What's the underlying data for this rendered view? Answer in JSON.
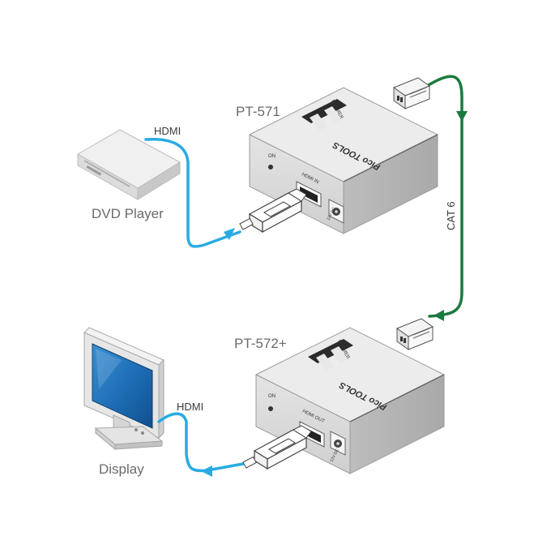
{
  "devices": {
    "transmitter": {
      "model": "PT-571",
      "brand": "KRAMER",
      "series": "Pico TOOLS",
      "led_label": "ON",
      "port_label": "HDMI IN",
      "power_label": "12V DC"
    },
    "receiver": {
      "model": "PT-572+",
      "brand": "KRAMER",
      "series": "Pico TOOLS",
      "led_label": "ON",
      "port_label": "HDMI OUT",
      "power_label": "12V DC"
    }
  },
  "source": {
    "label": "DVD Player"
  },
  "sink": {
    "label": "Display"
  },
  "cables": {
    "source_cable": "HDMI",
    "sink_cable": "HDMI",
    "link_cable": "CAT 6"
  },
  "colors": {
    "hdmi_cable": "#29abe2",
    "cat6_cable": "#1a7a3e",
    "device_body": "#d9d9d9",
    "device_top": "#ececec"
  }
}
